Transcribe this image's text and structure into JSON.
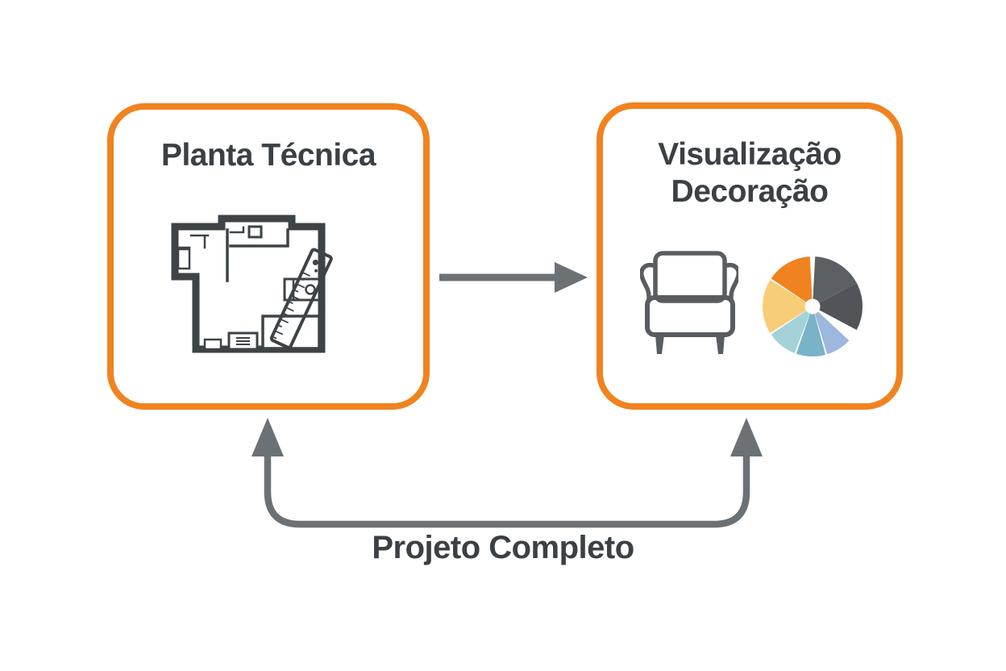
{
  "palette": {
    "accent_orange": "#F0831F",
    "connector_gray": "#6C7176",
    "text_dark": "#3B4045",
    "icon_ink": "#3E4347",
    "chair_gray": "#595D62"
  },
  "nodes": {
    "planta": {
      "title": "Planta Técnica"
    },
    "visualizacao": {
      "title_lines": [
        "Visualização",
        "Decoração"
      ]
    }
  },
  "bottom_label": "Projeto Completo",
  "icons": {
    "floorplan": "floor-plan-with-ruler",
    "armchair": "armchair-front-view",
    "palette_pie": {
      "radius": 62,
      "hole_radius": 9.5,
      "slices": [
        {
          "name": "charcoal",
          "color": "#5C6065",
          "start": 3,
          "end": 62
        },
        {
          "name": "dark-gray",
          "color": "#51555A",
          "start": 62,
          "end": 118
        },
        {
          "name": "slate-blue",
          "color": "#9DB8DC",
          "start": 133,
          "end": 163
        },
        {
          "name": "teal-blue",
          "color": "#79B3C7",
          "start": 165,
          "end": 199
        },
        {
          "name": "aqua",
          "color": "#A4D2D8",
          "start": 201,
          "end": 236
        },
        {
          "name": "sand",
          "color": "#F8CD77",
          "start": 238,
          "end": 302
        },
        {
          "name": "orange",
          "color": "#F0831F",
          "start": 304,
          "end": 357
        }
      ]
    }
  }
}
